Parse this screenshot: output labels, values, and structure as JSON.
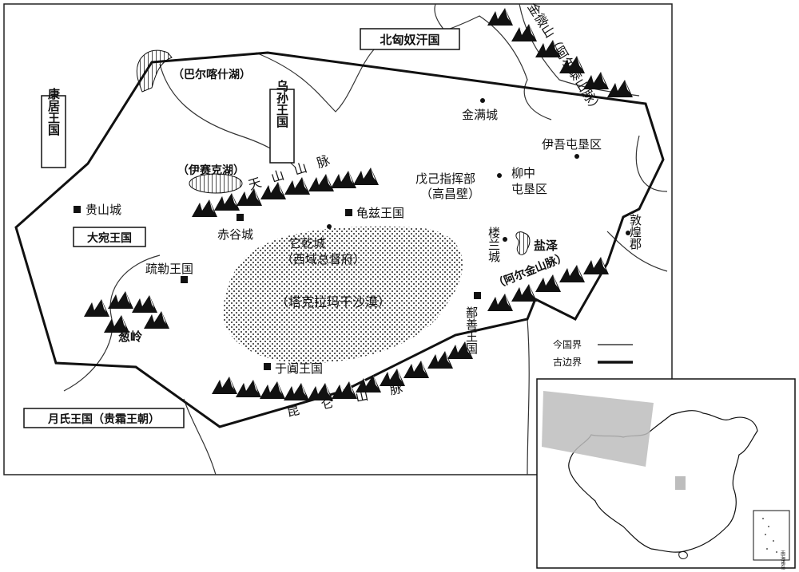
{
  "regions": {
    "north_xiongnu": "北匈奴汗国",
    "kangju": "康居王国",
    "wusun": "乌孙王国",
    "dayuan": "大宛王国",
    "yuezhi": "月氏王国（贵霜王朝）"
  },
  "lakes": {
    "balkhash": "（巴尔喀什湖）",
    "issyk_kul": "（伊赛克湖）",
    "lop_nur": "盐泽"
  },
  "mountains": {
    "altai": "金微山（阿尔泰山脉）",
    "tianshan": "天山山脉",
    "congling": "葱岭",
    "kunlun": "昆仑山脉",
    "altun": "（阿尔金山脉）"
  },
  "desert": "（塔克拉玛干沙漠）",
  "places_dot": {
    "jinman": "金满城",
    "yiwu": "伊吾屯垦区",
    "wuji": "戊己指挥部",
    "gaochang": "（高昌壁）",
    "liuzhong_1": "柳中",
    "liuzhong_2": "屯垦区",
    "dunhuang": "敦煌郡",
    "tuoqian": "它乾城",
    "duhufu": "（西域总督府）",
    "loulan": "楼兰城"
  },
  "places_square": {
    "guishan": "贵山城",
    "chigu": "赤谷城",
    "qiuci": "龟兹王国",
    "shule": "疏勒王国",
    "shanshan": "鄯善王国",
    "yutian": "于阗王国"
  },
  "legend": {
    "modern": "今国界",
    "ancient": "古边界"
  },
  "inset": {
    "islands_label": "南海诸岛"
  }
}
